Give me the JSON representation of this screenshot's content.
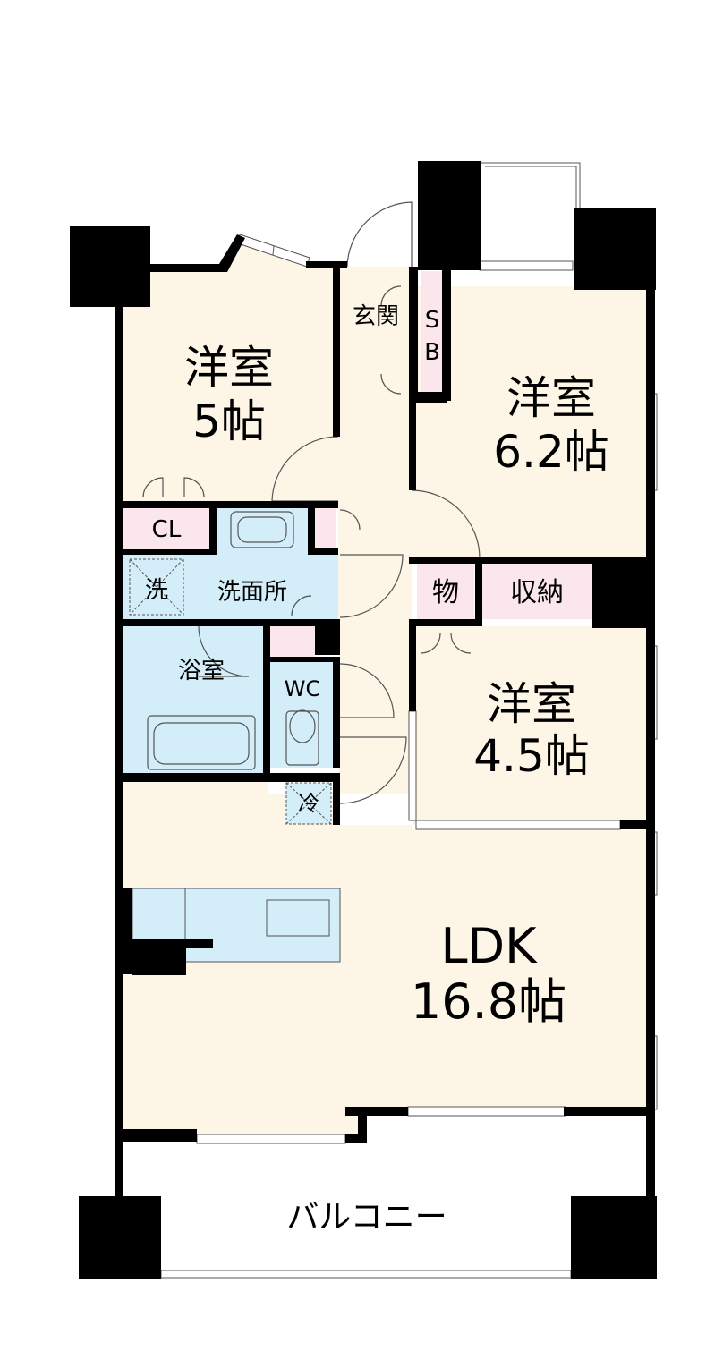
{
  "rooms": {
    "western_5": {
      "name": "洋室",
      "size": "5帖"
    },
    "western_62": {
      "name": "洋室",
      "size": "6.2帖"
    },
    "western_45": {
      "name": "洋室",
      "size": "4.5帖"
    },
    "ldk": {
      "name": "LDK",
      "size": "16.8帖"
    }
  },
  "labels": {
    "entrance": "玄関",
    "shoe_box_1": "S",
    "shoe_box_2": "B",
    "closet": "CL",
    "washroom": "洗面所",
    "washer": "洗",
    "bathroom": "浴室",
    "toilet": "WC",
    "storage_small": "物",
    "storage": "収納",
    "fridge": "冷",
    "balcony": "バルコニー"
  },
  "colors": {
    "wall": "#000000",
    "room_floor": "#fdf6e6",
    "wet_area": "#d4eef9",
    "storage": "#fce6ee",
    "exterior": "#ffffff",
    "fixture_line": "#555555"
  }
}
